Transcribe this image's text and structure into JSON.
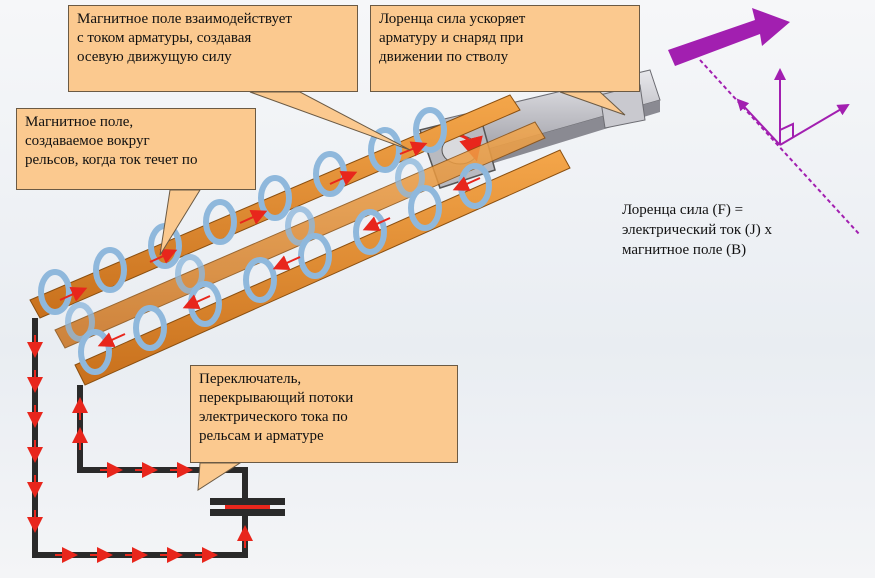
{
  "callouts": {
    "axial_force": "Магнитное поле взаимодействует\nс током арматуры, создавая\nосевую движущую силу",
    "lorentz_accel": "Лоренца сила ускоряет\nарматуру и снаряд при\nдвижении по стволу",
    "rail_field": "Магнитное поле,\nсоздаваемое вокруг\nрельсов, когда ток течет по",
    "switch": "Переключатель,\nперекрывающий потоки\nэлектрического тока по\nрельсам и арматуре"
  },
  "formula": {
    "text": "Лоренца сила (F) =\nэлектрический ток (J) x\nмагнитное поле (B)"
  },
  "colors": {
    "callout_bg": "#fbc98f",
    "rail_orange": "#e08a2a",
    "coil_blue": "#8fb8dc",
    "current_red": "#e8261c",
    "wire_dark": "#2a2a2a",
    "arrow_purple": "#a21fb0"
  }
}
